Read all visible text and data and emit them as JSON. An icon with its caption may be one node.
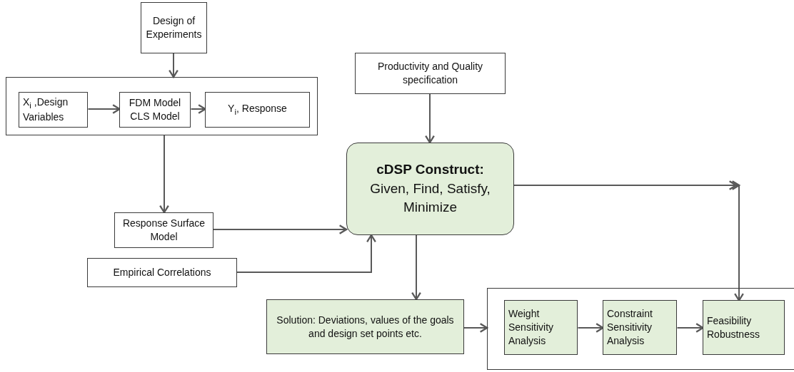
{
  "diagram": {
    "nodes": [
      {
        "text": [
          "Design of Experiments"
        ]
      },
      {
        "text": [],
        "shape": "box"
      },
      {
        "text": [
          "X$_{i}$ ,Design Variables"
        ],
        "in": 1
      },
      {
        "text": [
          "FDM Model CLS Model"
        ],
        "in": 1
      },
      {
        "text": [
          "Y$_{i}$, Response"
        ],
        "in": 1
      },
      {
        "text": [
          "Response Surface Model"
        ]
      },
      {
        "text": [
          "Empirical Correlations"
        ]
      },
      {
        "text": [
          "Productivity and Quality specification"
        ]
      },
      {
        "text": [
          "cDSP Construct:",
          "Given, Find, Satisfy, Minimize"
        ]
      },
      {
        "text": [
          "Solution: Deviations, values of the goals and design set points etc."
        ]
      },
      {
        "text": [],
        "shape": "box"
      },
      {
        "text": [
          "Weight Sensitivity Analysis"
        ],
        "in": 10
      },
      {
        "text": [
          "Constraint Sensitivity Analysis"
        ],
        "in": 10
      },
      {
        "text": [
          "Feasibility Robustness"
        ],
        "in": 10
      }
    ],
    "edges": [
      {
        "from": 0,
        "to": 1,
        "arrow": "to"
      },
      {
        "from": 2,
        "to": 3,
        "arrow": "to"
      },
      {
        "from": 3,
        "to": 4,
        "arrow": "to"
      },
      {
        "from": 1,
        "to": 5,
        "arrow": "to"
      },
      {
        "from": 5,
        "to": 8,
        "arrow": "to"
      },
      {
        "from": 6,
        "to": 8,
        "arrow": "to"
      },
      {
        "from": 7,
        "to": 8,
        "arrow": "to"
      },
      {
        "from": 8,
        "to": 9,
        "arrow": "to"
      },
      {
        "from": 9,
        "to": 10,
        "arrow": "to"
      },
      {
        "from": 11,
        "to": 12,
        "arrow": "to"
      },
      {
        "from": 12,
        "to": 13,
        "arrow": "to"
      },
      {
        "from": 8,
        "to": 13,
        "arrow": "to"
      }
    ]
  }
}
